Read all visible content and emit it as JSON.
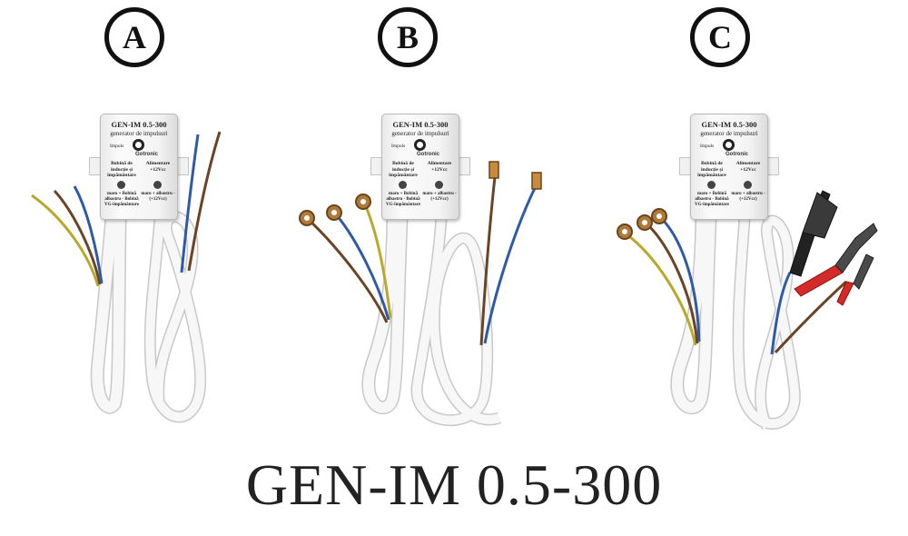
{
  "variants": [
    {
      "id": "A",
      "device": {
        "model": "GEN-IM 0.5-300",
        "subtitle": "generator de impulsuri",
        "knob_label": "Impuls",
        "brand": "Gotronic",
        "left_label": "Bobină de inducție și împământare",
        "right_label": "Alimentare +12Vcc",
        "left_wiring": "maro + Bobină albastru - Bobină VG-împământare",
        "right_wiring": "maro + albastru - (+12Vcc)"
      },
      "left_terminals": "stripped wire ends",
      "right_terminals": "stripped wire ends"
    },
    {
      "id": "B",
      "device": {
        "model": "GEN-IM 0.5-300",
        "subtitle": "generator de impulsuri",
        "knob_label": "Impuls",
        "brand": "Gotronic",
        "left_label": "Bobină de inducție și împământare",
        "right_label": "Alimentare +12Vcc",
        "left_wiring": "maro + Bobină albastru - Bobină VG-împământare",
        "right_wiring": "maro + albastru - (+12Vcc)"
      },
      "left_terminals": "ring terminals",
      "right_terminals": "spade connectors"
    },
    {
      "id": "C",
      "device": {
        "model": "GEN-IM 0.5-300",
        "subtitle": "generator de impulsuri",
        "knob_label": "Impuls",
        "brand": "Gotronic",
        "left_label": "Bobină de inducție și împământare",
        "right_label": "Alimentare +12Vcc",
        "left_wiring": "maro + Bobină albastru - Bobină VG-împământare",
        "right_wiring": "maro + albastru - (+12Vcc)"
      },
      "left_terminals": "ring terminals",
      "right_terminals": "alligator clips"
    }
  ],
  "title": "GEN-IM 0.5-300",
  "colors": {
    "background": "#ffffff",
    "cable": "#f3f3f3",
    "wire_brown": "#6b4426",
    "wire_blue": "#2f5aa8",
    "wire_yellow_green": "#b9a82a",
    "clip_red": "#d42a2a",
    "clip_metal": "#4a4a4a"
  }
}
